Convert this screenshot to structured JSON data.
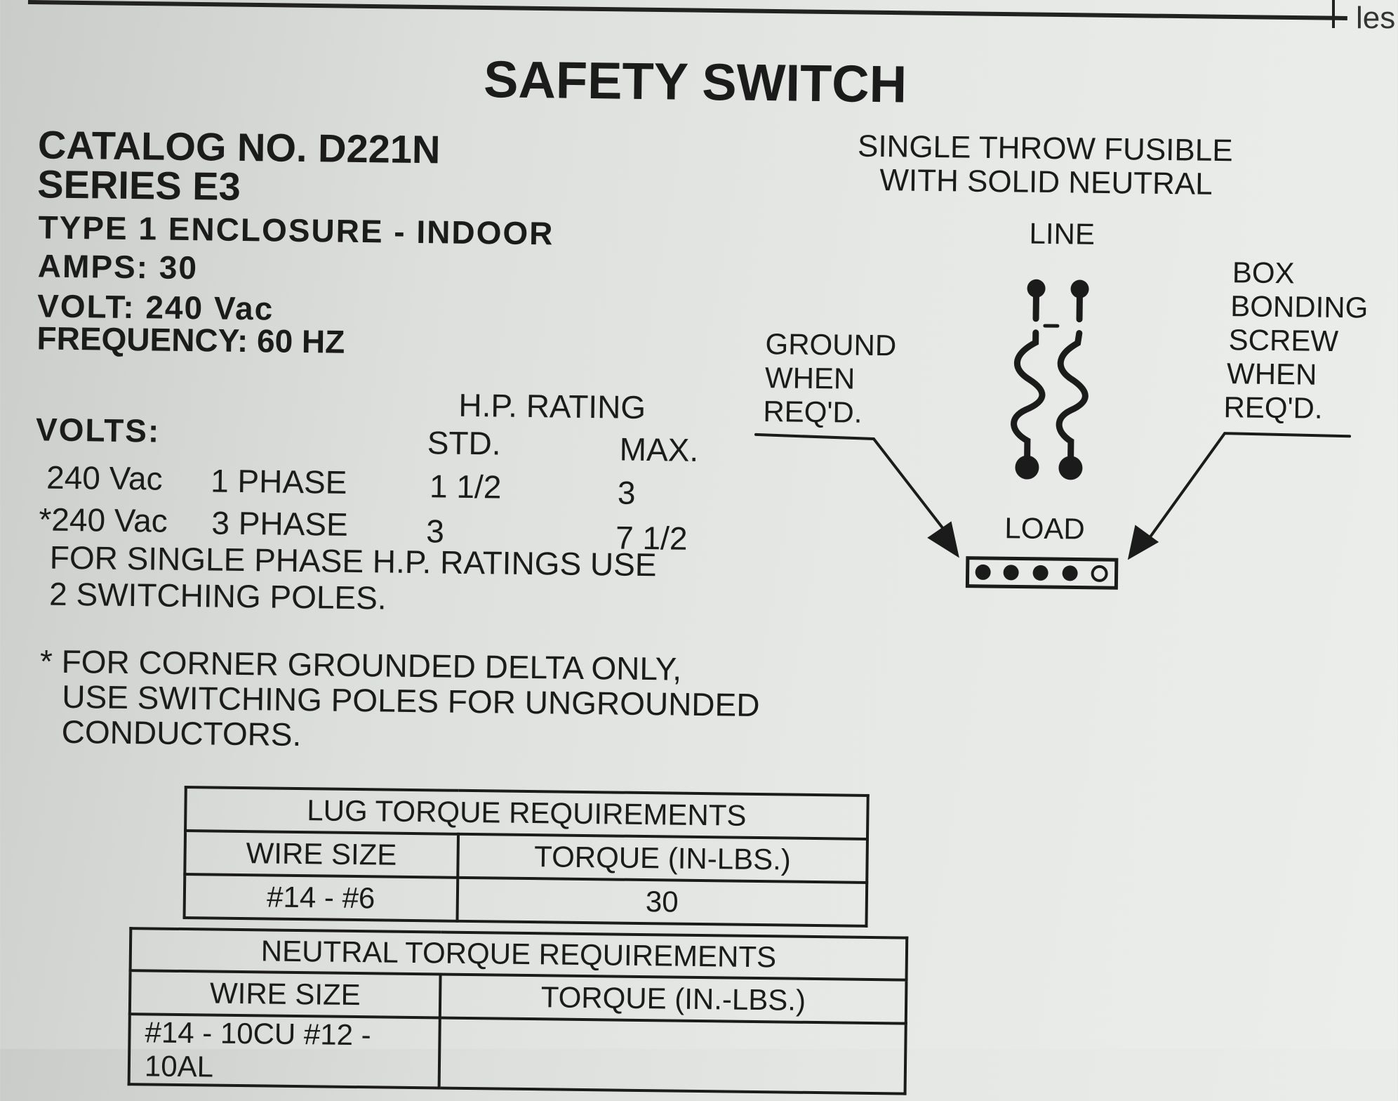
{
  "corner_text": "les",
  "title": "SAFETY SWITCH",
  "catalog": "CATALOG NO.  D221N",
  "series": "SERIES  E3",
  "type": "TYPE 1 ENCLOSURE - INDOOR",
  "amps": "AMPS:  30",
  "volt": "VOLT:  240 Vac",
  "frequency": "FREQUENCY:  60 HZ",
  "subtitle": [
    "SINGLE THROW FUSIBLE",
    "WITH SOLID NEUTRAL"
  ],
  "diagram": {
    "line": "LINE",
    "load": "LOAD",
    "ground": [
      "GROUND",
      "WHEN",
      "REQ'D."
    ],
    "bonding": [
      "BOX",
      "BONDING",
      "SCREW",
      "WHEN",
      "REQ'D."
    ]
  },
  "hp": {
    "volts_label": "VOLTS:",
    "heading": "H.P. RATING",
    "std": "STD.",
    "max": "MAX.",
    "rows": [
      {
        "volts": "240 Vac",
        "phase": "1 PHASE",
        "std": "1 1/2",
        "max": "3"
      },
      {
        "volts": "*240 Vac",
        "phase": "3 PHASE",
        "std": "3",
        "max": "7 1/2"
      }
    ],
    "note": [
      "FOR SINGLE PHASE H.P. RATINGS USE",
      "2 SWITCHING POLES."
    ]
  },
  "footnote": [
    "* FOR CORNER GROUNDED DELTA ONLY,",
    "USE SWITCHING POLES FOR UNGROUNDED",
    "CONDUCTORS."
  ],
  "lug_table": {
    "title": "LUG TORQUE REQUIREMENTS",
    "col1": "WIRE SIZE",
    "col2": "TORQUE (IN-LBS.)",
    "row_wire": "#14 - #6",
    "row_torque": "30"
  },
  "neutral_table": {
    "title": "NEUTRAL TORQUE REQUIREMENTS",
    "col1": "WIRE SIZE",
    "col2": "TORQUE (IN.-LBS.)",
    "row_partial": "#14 - 10CU  #12 - 10AL"
  }
}
